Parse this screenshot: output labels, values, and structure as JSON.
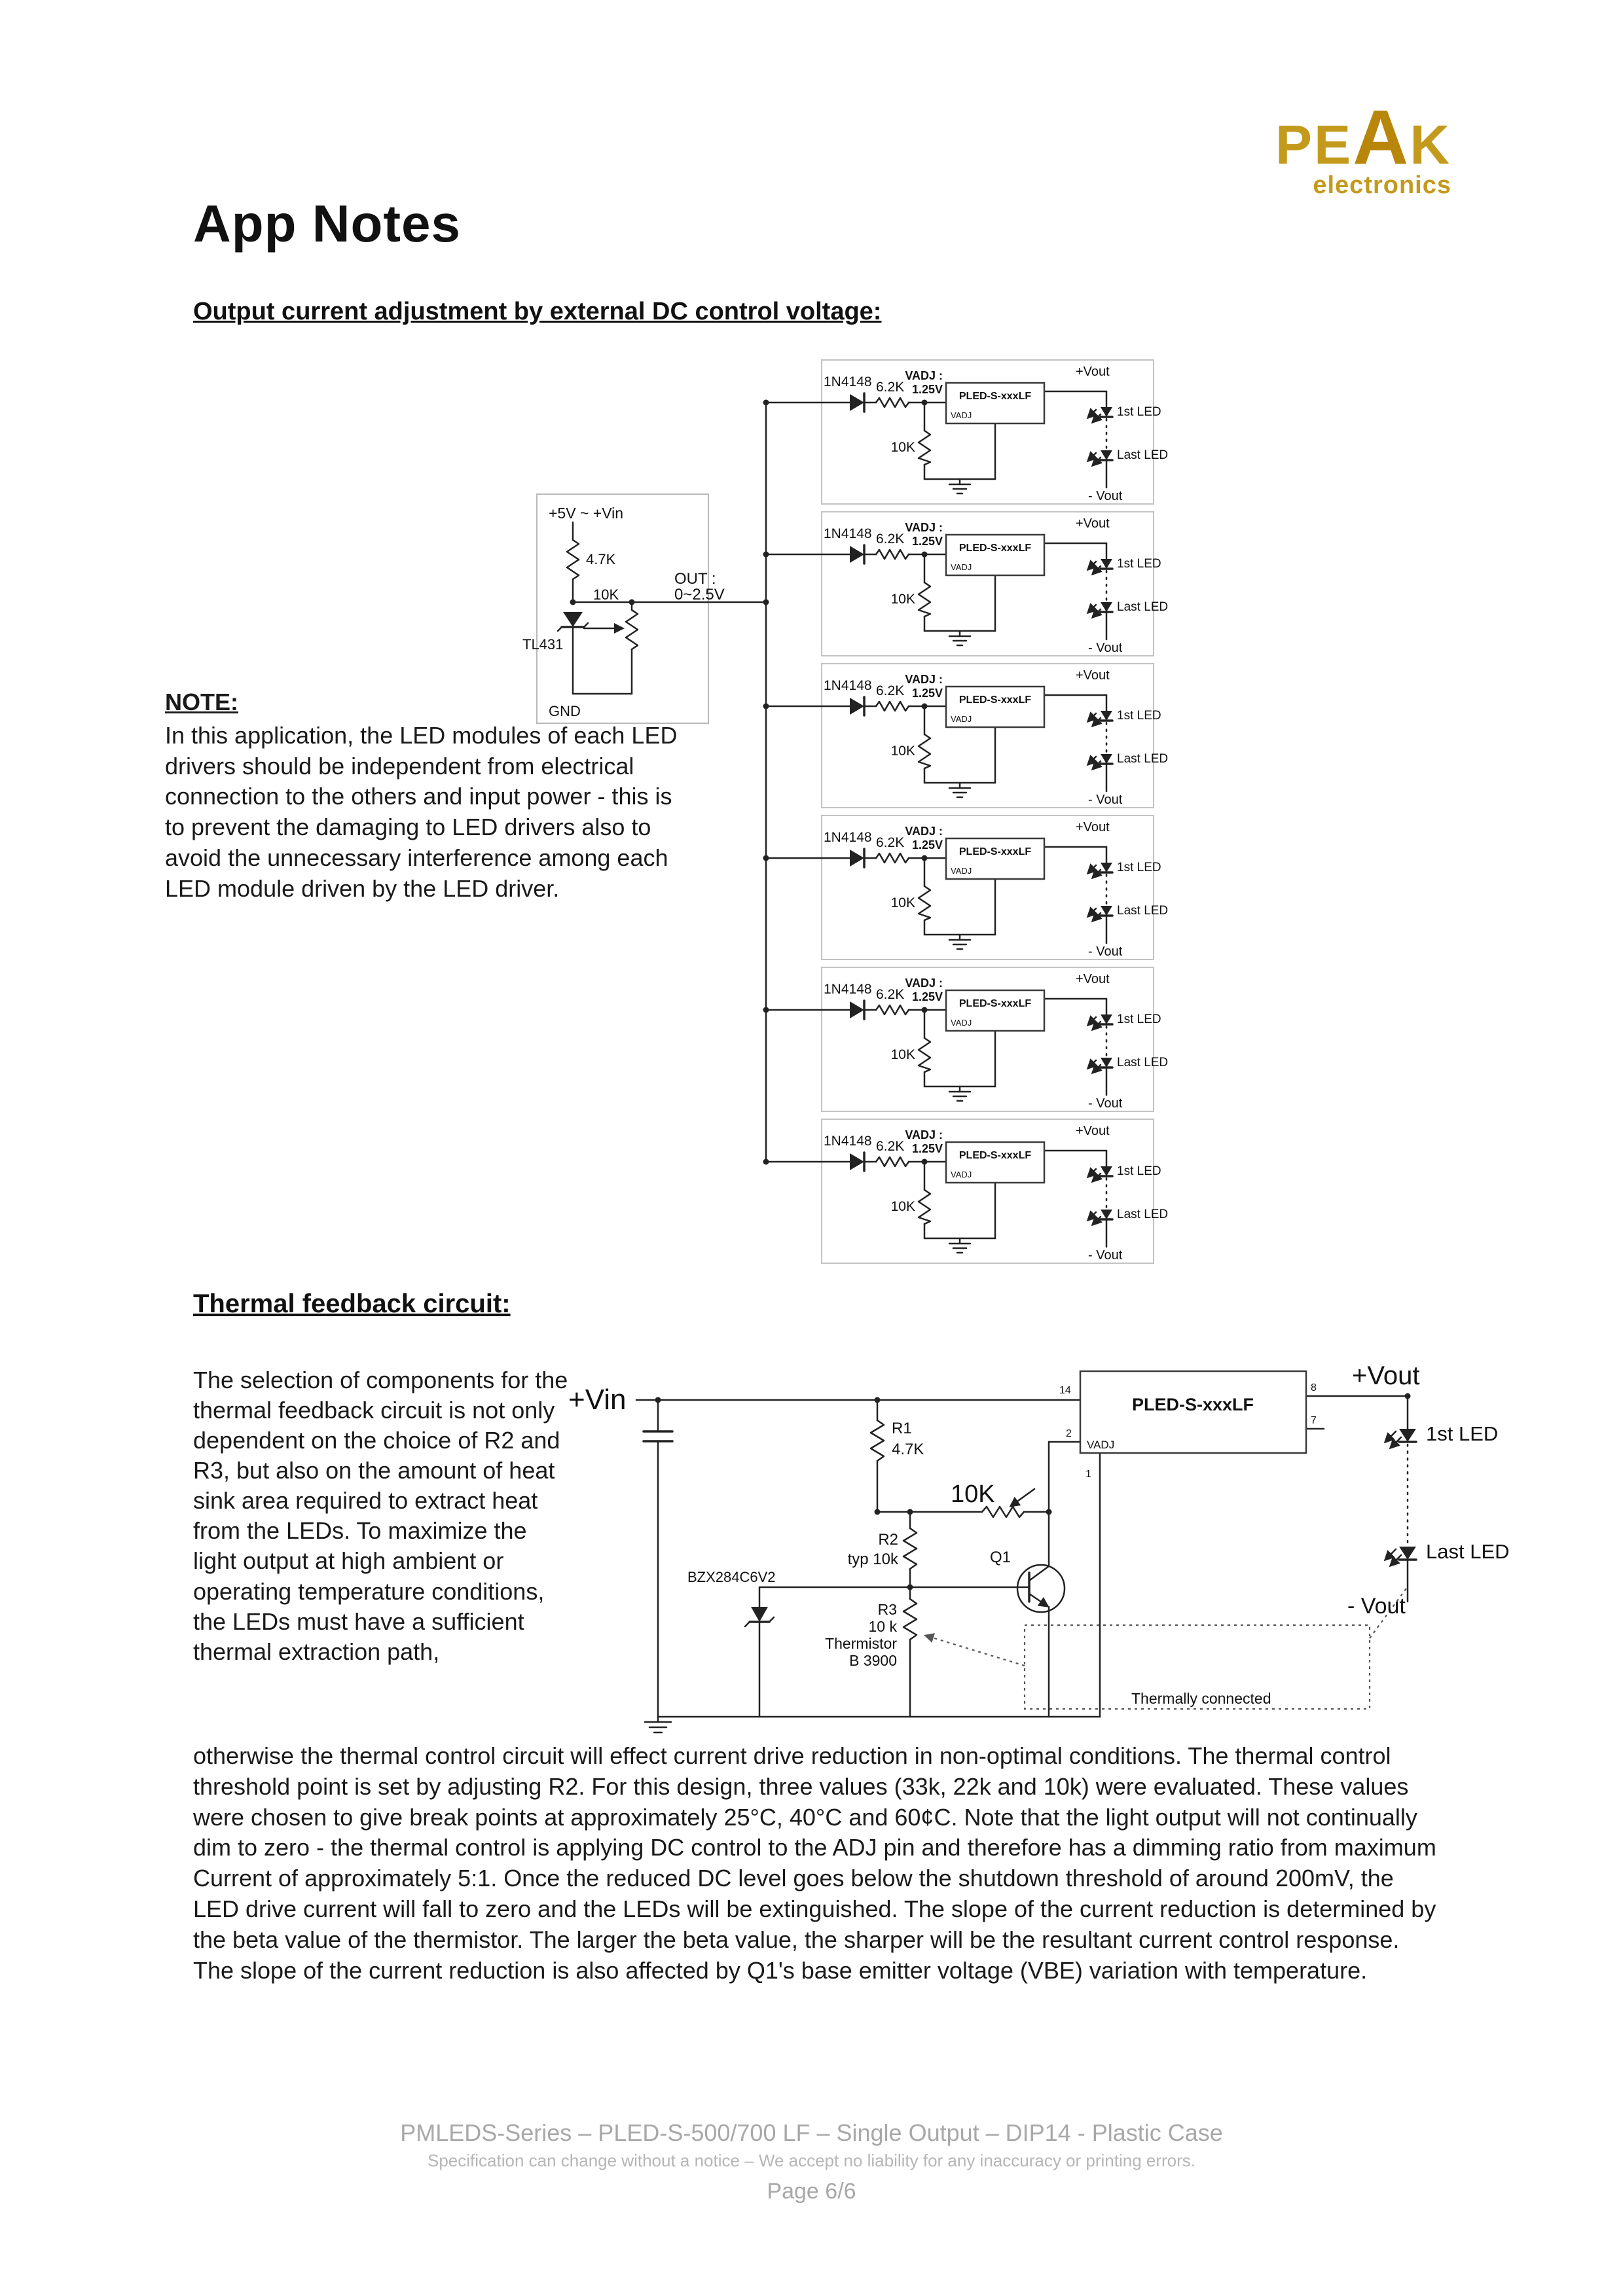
{
  "page": {
    "title": "App Notes",
    "logo": {
      "pe": "PE",
      "a": "A",
      "k": "K",
      "tagline": "electronics"
    }
  },
  "section1": {
    "heading": "Output current adjustment by external DC control voltage:"
  },
  "control_circuit": {
    "supply": "+5V ~ +Vin",
    "r1": "4.7K",
    "pot": "10K",
    "ic": "TL431",
    "gnd": "GND",
    "out_label": "OUT :",
    "out_range": "0~2.5V"
  },
  "driver_block": {
    "diode": "1N4148",
    "r_series": "6.2K",
    "vadj_label": "VADJ :",
    "vadj_value": "1.25V",
    "module": "PLED-S-xxxLF",
    "pin_vadj": "VADJ",
    "r_adj": "10K",
    "vout_pos": "+Vout",
    "first_led": "1st LED",
    "last_led": "Last LED",
    "vout_neg": "- Vout"
  },
  "note": {
    "heading": "NOTE:",
    "body": "In this application, the LED modules of each LED drivers should be independent from electrical connection to the others and input power - this is to prevent the damaging to LED drivers also to avoid the unnecessary interference among each LED module driven by the LED driver."
  },
  "section2": {
    "heading": "Thermal feedback circuit:"
  },
  "thermal": {
    "intro": "The selection of components for the thermal feedback circuit is not only dependent on the choice of R2 and R3, but also on the amount of heat sink area required to extract heat from the LEDs. To maximize the light output at high ambient or operating temperature conditions, the LEDs must have a sufficient thermal extraction path,",
    "body": "otherwise the thermal control circuit will effect current drive reduction in non-optimal conditions. The thermal control threshold point is set by adjusting R2. For this design, three values (33k, 22k and 10k) were evaluated. These values were chosen to give break points at approximately 25°C, 40°C and 60¢C. Note that the light output will not continually dim to zero - the thermal control is applying DC control to the ADJ pin and therefore has a dimming ratio from maximum Current of approximately 5:1. Once the reduced DC level goes below the shutdown threshold of around 200mV, the LED drive current will fall to zero and the LEDs will be extinguished. The slope of the current reduction is determined by the beta value of the thermistor. The larger the beta value, the sharper will be the resultant current control response. The slope of the current reduction is also affected by Q1's base emitter voltage (VBE) variation with temperature.",
    "circuit": {
      "vin": "+Vin",
      "r1_name": "R1",
      "r1_val": "4.7K",
      "r2_name": "R2",
      "r2_val": "typ 10k",
      "zener": "BZX284C6V2",
      "r3_name": "R3",
      "r3_val": "10 k",
      "r3_type": "Thermistor",
      "r3_beta": "B 3900",
      "q1": "Q1",
      "pot": "10K",
      "module": "PLED-S-xxxLF",
      "pin_vadj": "VADJ",
      "pin14": "14",
      "pin8": "8",
      "pin7": "7",
      "pin2": "2",
      "pin1": "1",
      "vout_pos": "+Vout",
      "first_led": "1st LED",
      "last_led": "Last LED",
      "vout_neg": "- Vout",
      "thermal_note": "Thermally connected"
    }
  },
  "footer": {
    "line1": "PMLEDS-Series – PLED-S-500/700 LF – Single Output – DIP14 - Plastic Case",
    "line2": "Specification can change without a notice – We accept no liability for any inaccuracy or printing errors.",
    "line3": "Page 6/6"
  }
}
